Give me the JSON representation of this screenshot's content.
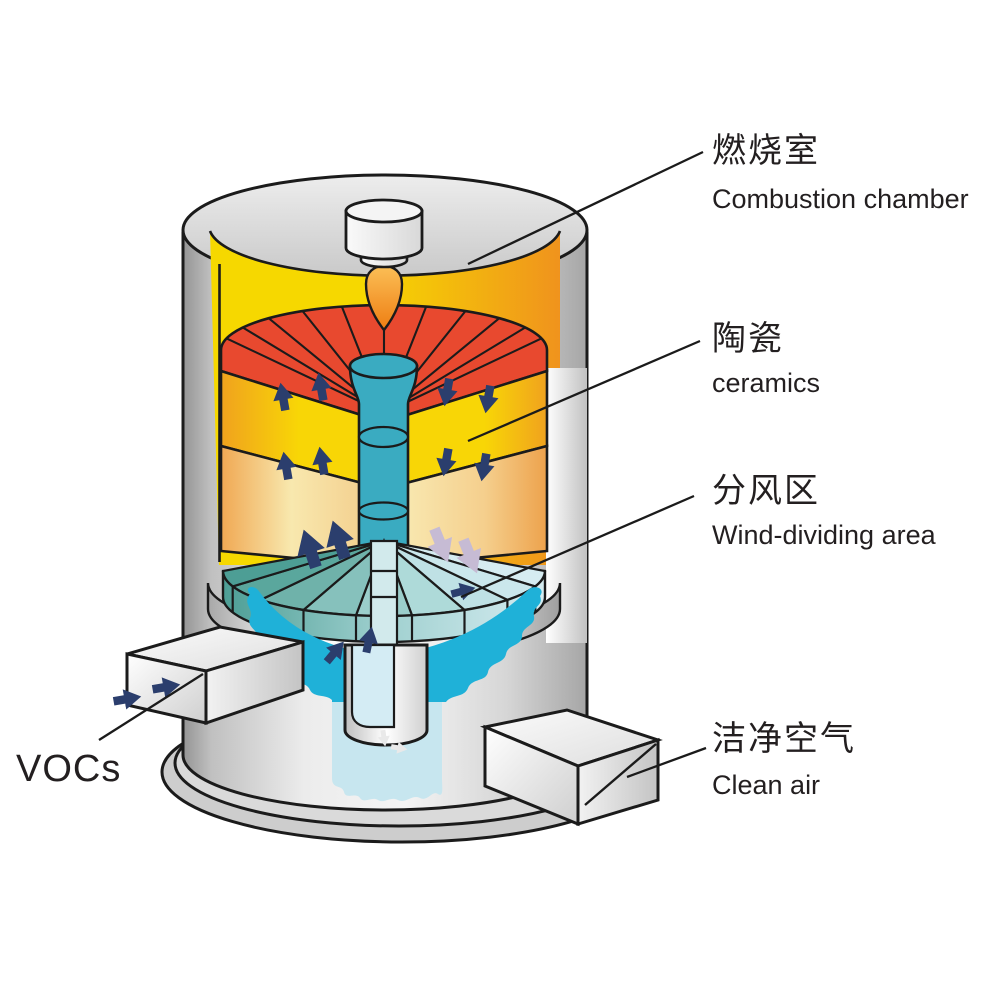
{
  "labels": {
    "combustion": {
      "zh": "燃烧室",
      "en": "Combustion chamber"
    },
    "ceramics": {
      "zh": "陶瓷",
      "en": "ceramics"
    },
    "wind_dividing": {
      "zh": "分风区",
      "en": "Wind-dividing area"
    },
    "clean_air": {
      "zh": "洁净空气",
      "en": "Clean air"
    },
    "vocs": {
      "text": "VOCs"
    }
  },
  "colors": {
    "combustion_yellow": "#f6d800",
    "combustion_orange": "#f0931d",
    "ceramic_red": "#e8492f",
    "ceramic_cream": "#f8e8ae",
    "column_teal": "#3aabc1",
    "wind_dark_teal": "#4d9e95",
    "wind_light_teal": "#d6ecf1",
    "flow_cyan": "#1fb1d8",
    "cool_blue": "#c7e6ef",
    "arrow_navy": "#2b3e6d",
    "arrow_lavender": "#c6bbd4",
    "shell_gray": "#d6d6d6",
    "outline": "#1b1b1b",
    "text": "#231f20"
  }
}
